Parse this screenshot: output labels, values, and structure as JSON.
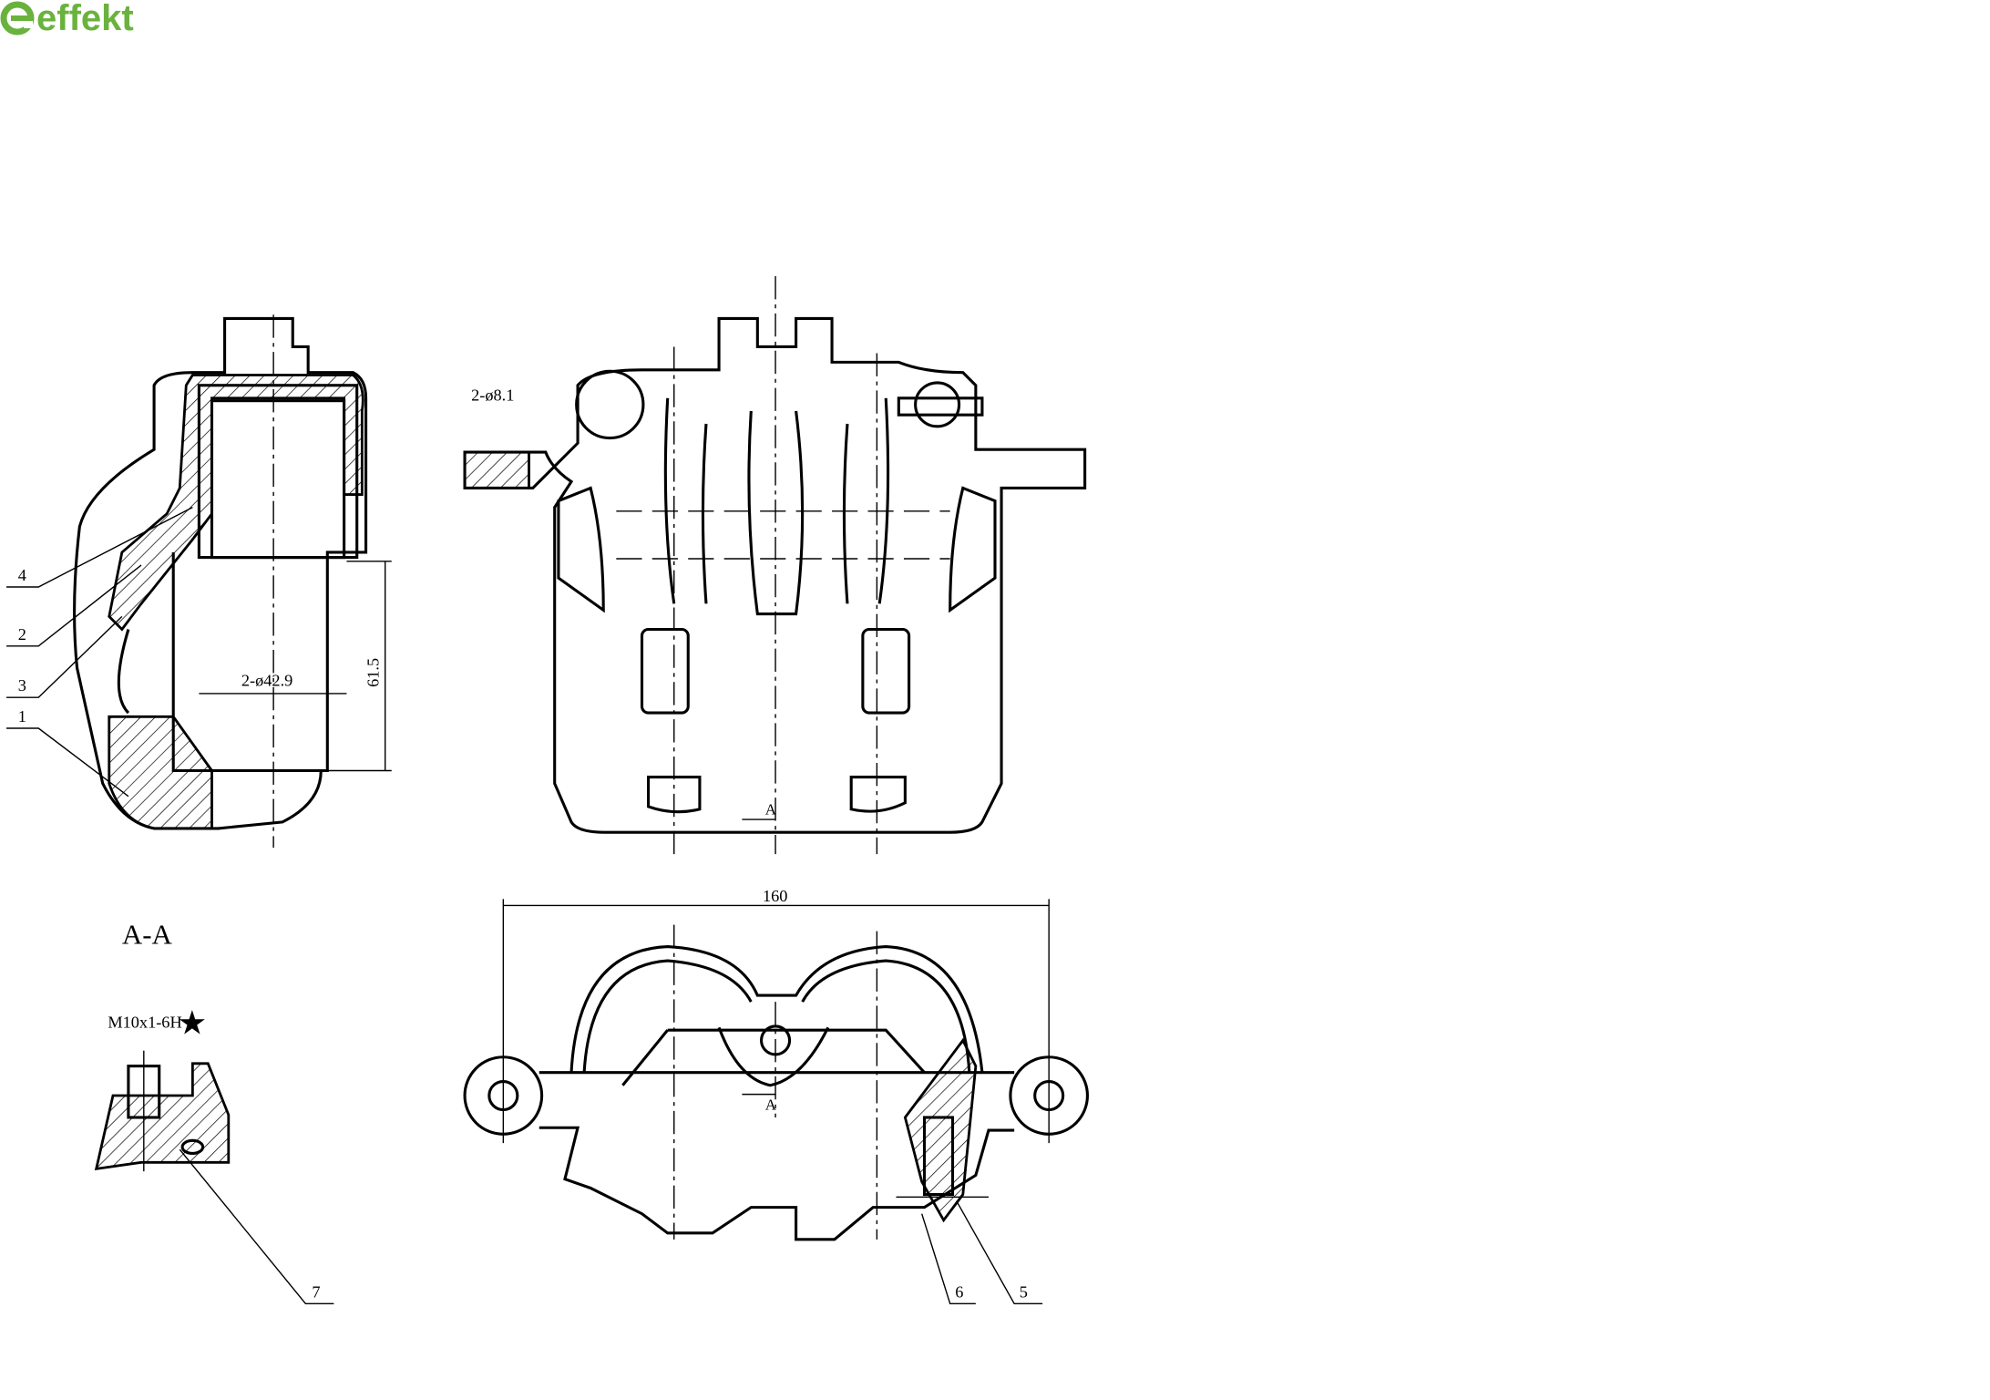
{
  "logo": {
    "text": "effekt",
    "color": "#6ab23e"
  },
  "dimensions": {
    "mount_holes": "2-ø8.1",
    "piston_diameter": "2-ø42.9",
    "height": "61.5",
    "width": "160",
    "section_mark_top": "A",
    "section_mark_bottom": "A"
  },
  "section": {
    "title": "A-A",
    "thread": "M10x1-6H"
  },
  "callouts": [
    "1",
    "2",
    "3",
    "4",
    "5",
    "6",
    "7"
  ]
}
